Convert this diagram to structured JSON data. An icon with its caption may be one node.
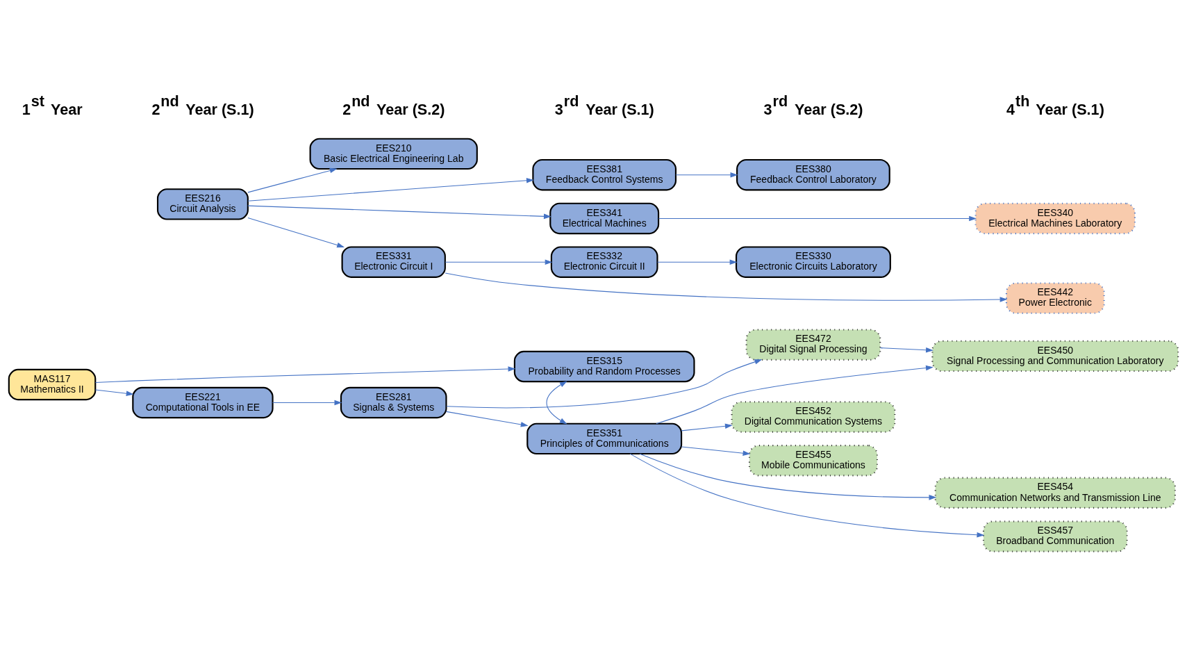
{
  "diagram": {
    "nodes": [
      {
        "text": [
          "EES216",
          "Circuit Analysis"
        ]
      },
      {
        "text": [
          "EES331",
          "Electronic Circuit I"
        ]
      },
      {
        "text": [
          "EES210",
          "Basic Electrical Engineering Lab"
        ]
      },
      {
        "text": [
          "EES332",
          "Electronic Circuit II"
        ]
      },
      {
        "text": [
          "EES381",
          "Feedback Control Systems"
        ]
      },
      {
        "text": [
          "EES341",
          "Electrical Machines"
        ]
      },
      {
        "text": [
          "EES330",
          "Electronic Circuits Laboratory"
        ]
      },
      {
        "text": [
          "EES380",
          "Feedback Control Laboratory"
        ]
      },
      {
        "text": [
          "EES442",
          "Power Electronic"
        ]
      },
      {
        "text": [
          "EES340",
          "Electrical Machines Laboratory"
        ]
      },
      {
        "text": [
          "MAS117",
          "Mathematics II"
        ]
      },
      {
        "text": [
          "EES221",
          "Computational Tools in EE"
        ]
      },
      {
        "text": [
          "EES281",
          "Signals & Systems"
        ]
      },
      {
        "text": [
          "EES315",
          "Probability and Random Processes"
        ]
      },
      {
        "text": [
          "EES351",
          "Principles of Communications"
        ]
      },
      {
        "text": [
          "EES452",
          "Digital Communication Systems"
        ]
      },
      {
        "text": [
          "EES455",
          "Mobile Communications"
        ]
      },
      {
        "text": [
          "EES472",
          "Digital Signal Processing"
        ]
      },
      {
        "text": [
          "EES454",
          "Communication Networks and Transmission Line"
        ]
      },
      {
        "text": [
          "ESS457",
          "Broadband Communication"
        ]
      },
      {
        "text": [
          "EES450",
          "Signal Processing and Communication Laboratory"
        ]
      }
    ],
    "edges": [
      {
        "from": 0,
        "to": 1,
        "arrow": "to"
      },
      {
        "from": 0,
        "to": 2,
        "arrow": "to"
      },
      {
        "from": 0,
        "to": 4,
        "arrow": "to"
      },
      {
        "from": 0,
        "to": 5,
        "arrow": "to"
      },
      {
        "from": 1,
        "to": 3,
        "arrow": "to"
      },
      {
        "from": 1,
        "to": 8,
        "arrow": "to"
      },
      {
        "from": 3,
        "to": 6,
        "arrow": "to"
      },
      {
        "from": 4,
        "to": 7,
        "arrow": "to"
      },
      {
        "from": 5,
        "to": 9,
        "arrow": "to"
      },
      {
        "from": 10,
        "to": 13,
        "arrow": "to"
      },
      {
        "from": 10,
        "to": 11,
        "arrow": "to"
      },
      {
        "from": 11,
        "to": 12,
        "arrow": "to"
      },
      {
        "from": 12,
        "to": 14,
        "arrow": "to"
      },
      {
        "from": 12,
        "to": 17,
        "arrow": "to"
      },
      {
        "from": 13,
        "to": 14,
        "arrow": "both"
      },
      {
        "from": 14,
        "to": 15,
        "arrow": "to"
      },
      {
        "from": 14,
        "to": 16,
        "arrow": "to"
      },
      {
        "from": 14,
        "to": 18,
        "arrow": "to"
      },
      {
        "from": 14,
        "to": 19,
        "arrow": "to"
      },
      {
        "from": 14,
        "to": 20,
        "arrow": "to"
      },
      {
        "from": 17,
        "to": 20,
        "arrow": "to"
      }
    ],
    "labels": [
      "1$^{st}$ Year",
      "2$^{nd}$ Year (S.1)",
      "2$^{nd}$ Year (S.2)",
      "3$^{rd}$ Year (S.1)",
      "3$^{rd}$ Year (S.2)",
      "4$^{th}$ Year (S.1)"
    ]
  }
}
